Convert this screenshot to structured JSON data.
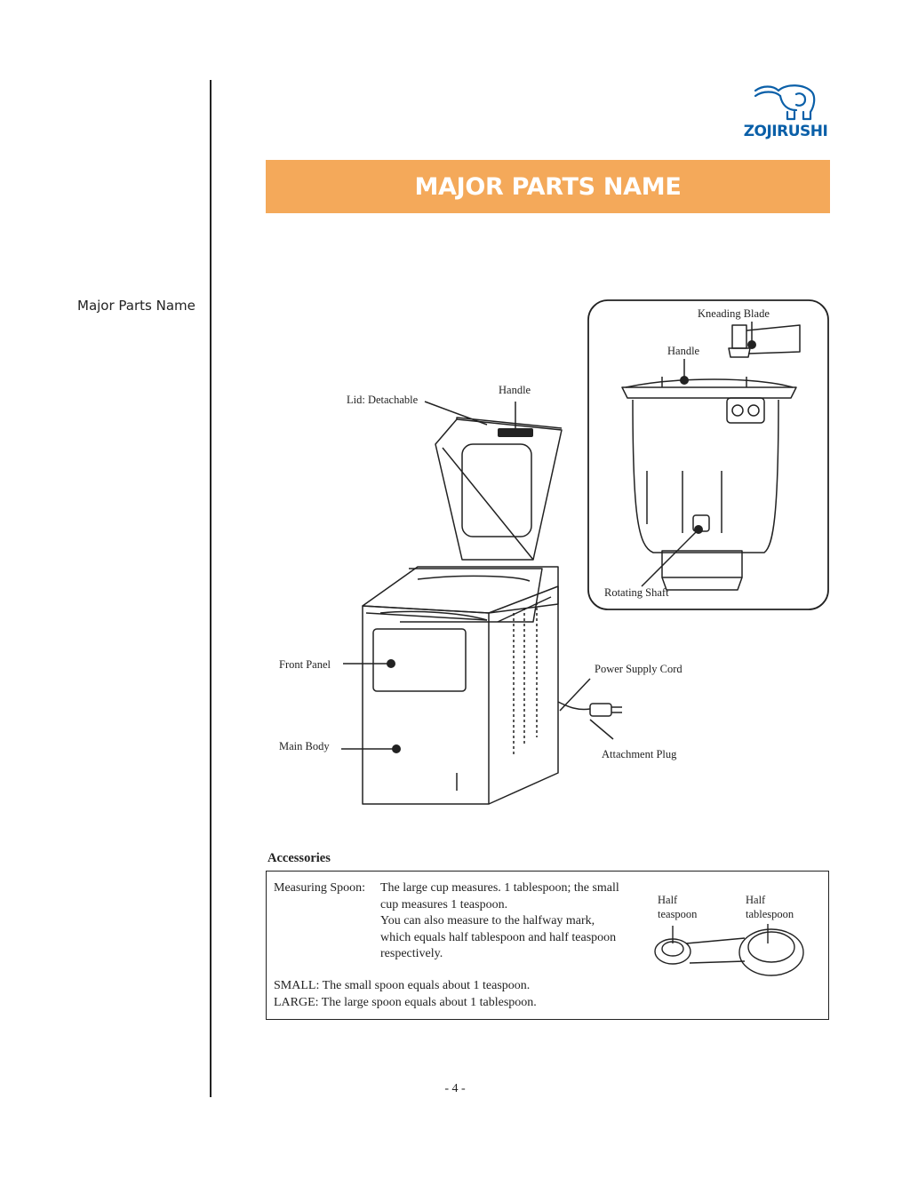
{
  "brand": {
    "logo_text": "ZOJIRUSHI"
  },
  "sidebar": {
    "section_label": "Major Parts Name"
  },
  "banner": {
    "title": "MAJOR PARTS NAME"
  },
  "diagram": {
    "labels": {
      "lid": "Lid: Detachable",
      "lid_handle": "Handle",
      "front_panel": "Front Panel",
      "main_body": "Main Body",
      "power_cord": "Power Supply Cord",
      "attachment_plug": "Attachment Plug",
      "kneading_blade": "Kneading Blade",
      "pan_handle": "Handle",
      "rotating_shaft": "Rotating Shaft"
    }
  },
  "accessories": {
    "title": "Accessories",
    "measuring_spoon_label": "Measuring Spoon:",
    "description_lines": [
      "The large cup measures. 1 tablespoon; the small",
      "cup measures 1 teaspoon.",
      "You can also measure to the halfway mark,",
      "which equals half tablespoon and half teaspoon",
      "respectively."
    ],
    "small_line": "SMALL:  The small spoon equals about 1 teaspoon.",
    "large_line": "LARGE:  The large spoon equals about 1 tablespoon.",
    "half_teaspoon": [
      "Half",
      "teaspoon"
    ],
    "half_tablespoon": [
      "Half",
      "tablespoon"
    ]
  },
  "footer": {
    "page_number": "- 4 -"
  }
}
